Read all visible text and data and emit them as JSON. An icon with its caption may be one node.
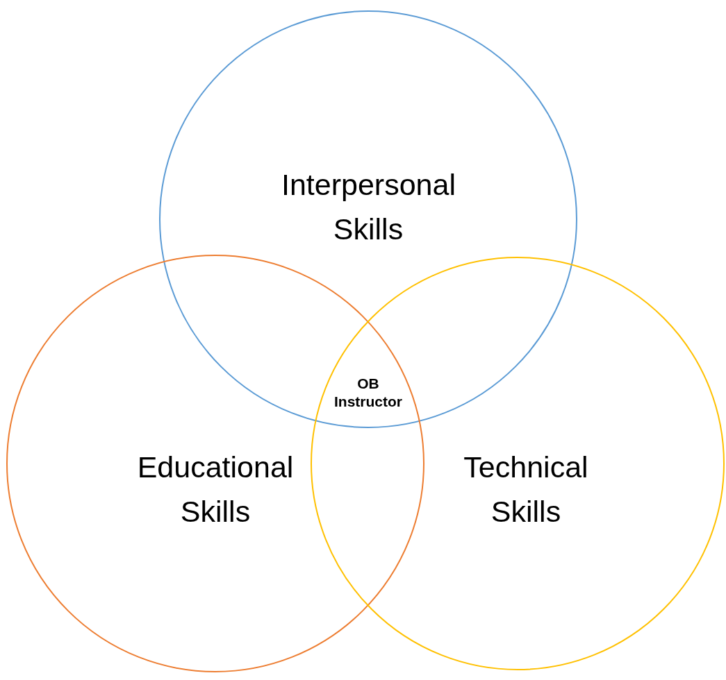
{
  "diagram": {
    "nodes": [
      {
        "text": [
          "Interpersonal Skills"
        ]
      },
      {
        "text": [
          "Educational Skills"
        ]
      },
      {
        "text": [
          "Technical Skills"
        ]
      }
    ],
    "edges": [],
    "labels": [
      "OB Instructor"
    ]
  }
}
